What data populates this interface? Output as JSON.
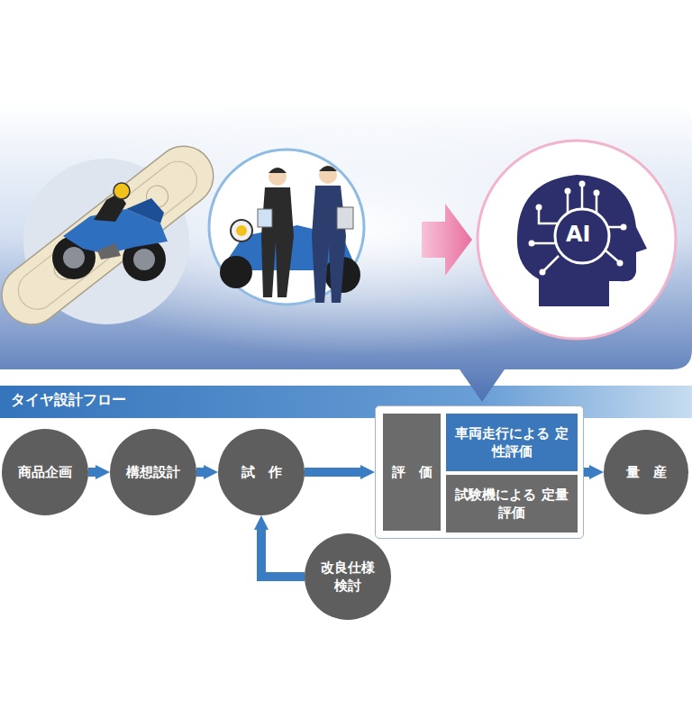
{
  "diagram": {
    "title": "タイヤ設計フロー",
    "nodes": [
      {
        "text": [
          "商品企画"
        ]
      },
      {
        "text": [
          "構想設計"
        ]
      },
      {
        "text": [
          "試　作"
        ]
      },
      {
        "text": [
          "評　価"
        ]
      },
      {
        "text": [
          "車両走行による 定性評価"
        ],
        "in": 3
      },
      {
        "text": [
          "試験機による 定量評価"
        ],
        "in": 3
      },
      {
        "text": [
          "量　産"
        ]
      },
      {
        "text": [
          "改良仕様 検討"
        ]
      }
    ],
    "edges": [
      {
        "from": 0,
        "to": 1,
        "arrow": "to"
      },
      {
        "from": 1,
        "to": 2,
        "arrow": "to"
      },
      {
        "from": 2,
        "to": 3,
        "arrow": "to"
      },
      {
        "from": 3,
        "to": 6,
        "arrow": "to"
      },
      {
        "from": 3,
        "to": 7,
        "arrow": "to"
      },
      {
        "from": 7,
        "to": 2,
        "arrow": "to"
      }
    ],
    "labels": [
      "AI"
    ]
  }
}
